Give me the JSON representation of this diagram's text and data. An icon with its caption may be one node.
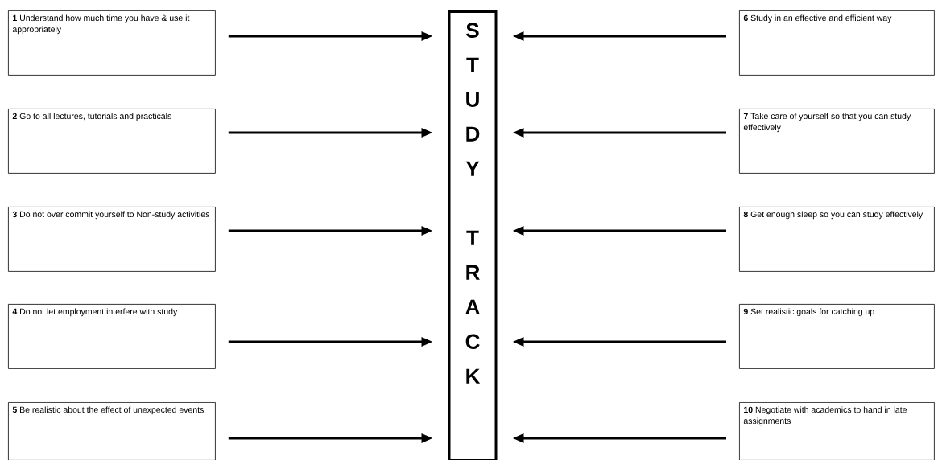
{
  "diagram": {
    "nodes": [
      {
        "text": [
          "**1** Understand how much time you have & use it appropriately"
        ]
      },
      {
        "text": [
          "**2** Go to all lectures, tutorials and practicals"
        ]
      },
      {
        "text": [
          "**3** Do not over commit yourself to Non-study activities"
        ]
      },
      {
        "text": [
          "**4** Do not let employment interfere with study"
        ]
      },
      {
        "text": [
          "**5** Be realistic about the effect of unexpected events"
        ]
      },
      {
        "text": [
          "S T U D Y",
          "T R A C K"
        ]
      },
      {
        "text": [
          "**6** Study in an effective and efficient way"
        ]
      },
      {
        "text": [
          "**7** Take care of yourself so that you can study effectively"
        ]
      },
      {
        "text": [
          "**8** Get enough sleep so you can study effectively"
        ]
      },
      {
        "text": [
          "**9** Set realistic goals for catching up"
        ]
      },
      {
        "text": [
          "**10** Negotiate with academics to hand in late assignments"
        ]
      }
    ],
    "edges": [
      {
        "from": 0,
        "to": 5,
        "arrow": "to"
      },
      {
        "from": 1,
        "to": 5,
        "arrow": "to"
      },
      {
        "from": 2,
        "to": 5,
        "arrow": "to"
      },
      {
        "from": 3,
        "to": 5,
        "arrow": "to"
      },
      {
        "from": 4,
        "to": 5,
        "arrow": "to"
      },
      {
        "from": 6,
        "to": 5,
        "arrow": "to"
      },
      {
        "from": 7,
        "to": 5,
        "arrow": "to"
      },
      {
        "from": 8,
        "to": 5,
        "arrow": "to"
      },
      {
        "from": 9,
        "to": 5,
        "arrow": "to"
      },
      {
        "from": 10,
        "to": 5,
        "arrow": "to"
      }
    ]
  }
}
